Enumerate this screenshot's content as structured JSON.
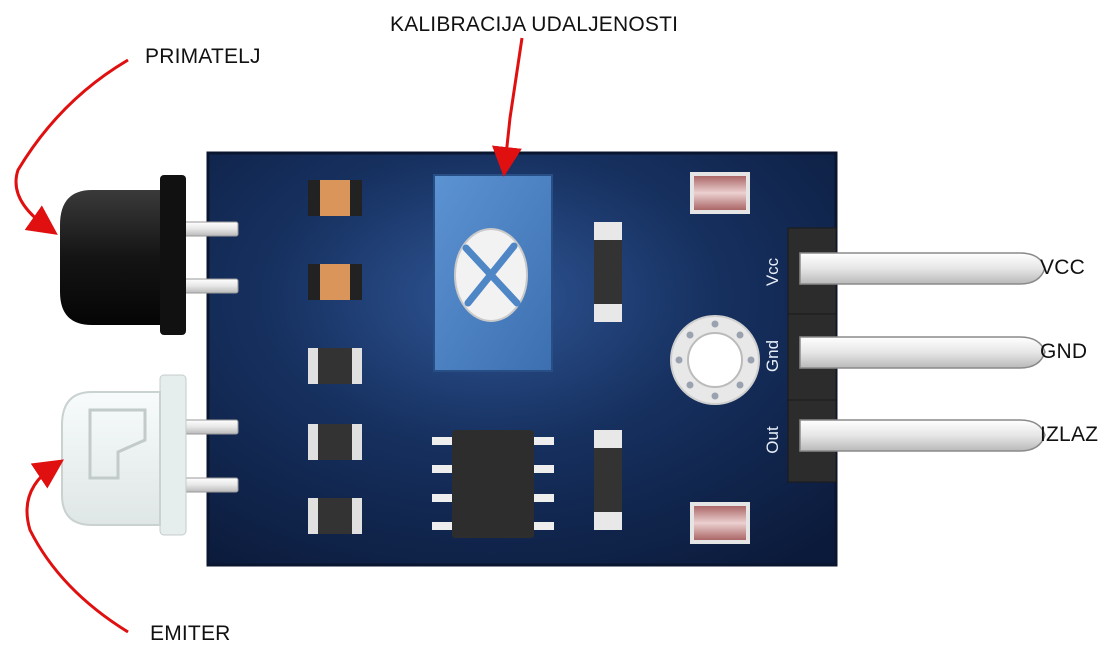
{
  "labels": {
    "primatelj": "PRIMATELJ",
    "kalibracija": "KALIBRACIJA UDALJENOSTI",
    "emiter": "EMITER",
    "vcc": "VCC",
    "gnd": "GND",
    "izlaz": "IZLAZ"
  },
  "pin_silkscreen": {
    "vcc": "Vcc",
    "gnd": "Gnd",
    "out": "Out"
  },
  "colors": {
    "board": "#0f2146",
    "board_glow": "#2a4a8a",
    "arrow": "#e01010",
    "pot_body": "#4f86c6",
    "pin_metal": "#e9e9e9",
    "header_black": "#2c2c2c",
    "resistor_orange": "#d9955a",
    "resistor_pink": "#c98c8c",
    "smd_black": "#333333",
    "receiver_led": "#1a1a1a",
    "emitter_led": "#eef2f2"
  }
}
